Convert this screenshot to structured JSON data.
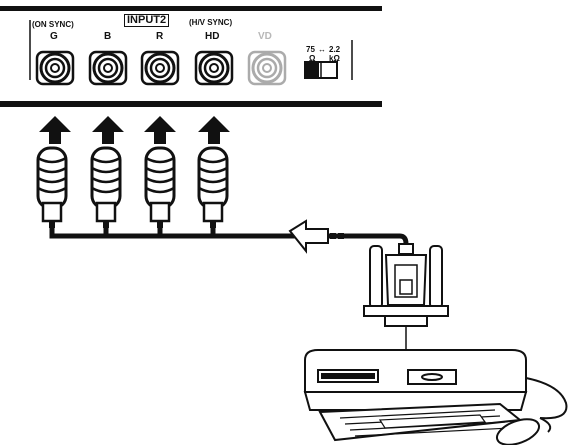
{
  "panel": {
    "sync_on_green_label": "(ON SYNC)",
    "input_label": "INPUT2",
    "hv_sync_label": "(H/V SYNC)",
    "connectors": [
      "G",
      "B",
      "R",
      "HD",
      "VD"
    ],
    "switch": {
      "left_value": "75",
      "left_unit": "Ω",
      "right_value": "2.2",
      "right_unit": "kΩ"
    }
  },
  "colors": {
    "line": "#111111",
    "disabled_connector": "#b8b8b8",
    "background": "#ffffff"
  },
  "icons": [
    "bnc-connector-icon",
    "arrow-up-icon",
    "vga-plug-icon",
    "computer-icon",
    "mouse-icon"
  ]
}
